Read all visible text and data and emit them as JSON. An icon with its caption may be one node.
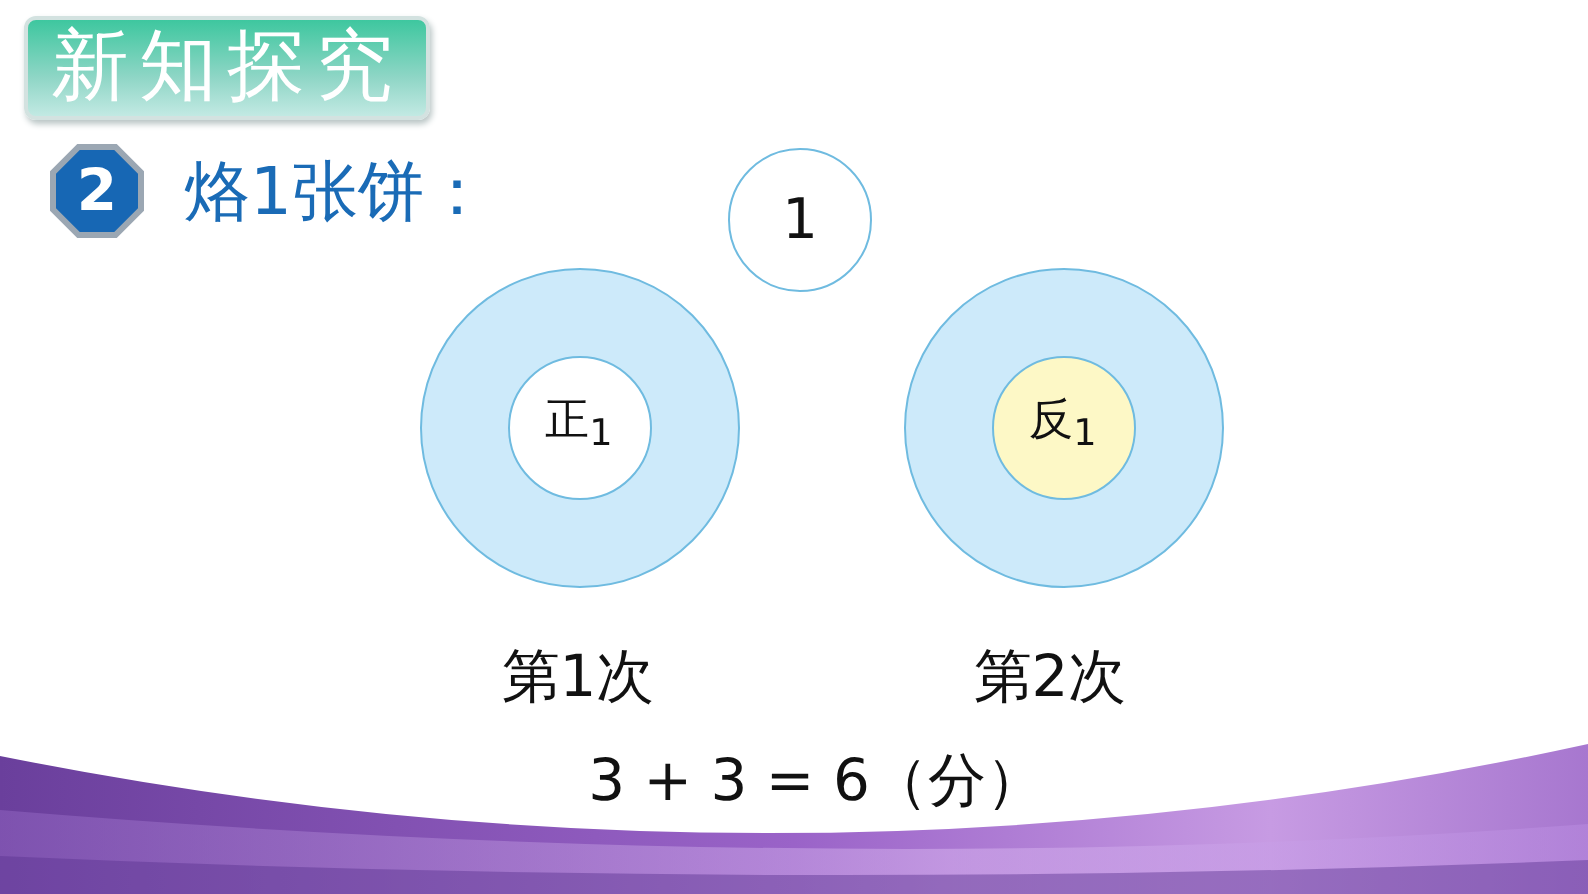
{
  "diagram": {
    "title": "新知探究",
    "nodes": [
      {
        "text": [
          "1"
        ]
      },
      {
        "text": [],
        "shape": "circle",
        "beside": [
          "第1次"
        ]
      },
      {
        "text": [
          "正$_{1}$"
        ],
        "in": 1
      },
      {
        "text": [],
        "shape": "circle",
        "beside": [
          "第2次"
        ]
      },
      {
        "text": [
          "反$_{1}$"
        ],
        "in": 3
      }
    ],
    "labels": [
      "2",
      "烙1张饼：",
      "3 + 3 = 6（分）"
    ]
  }
}
